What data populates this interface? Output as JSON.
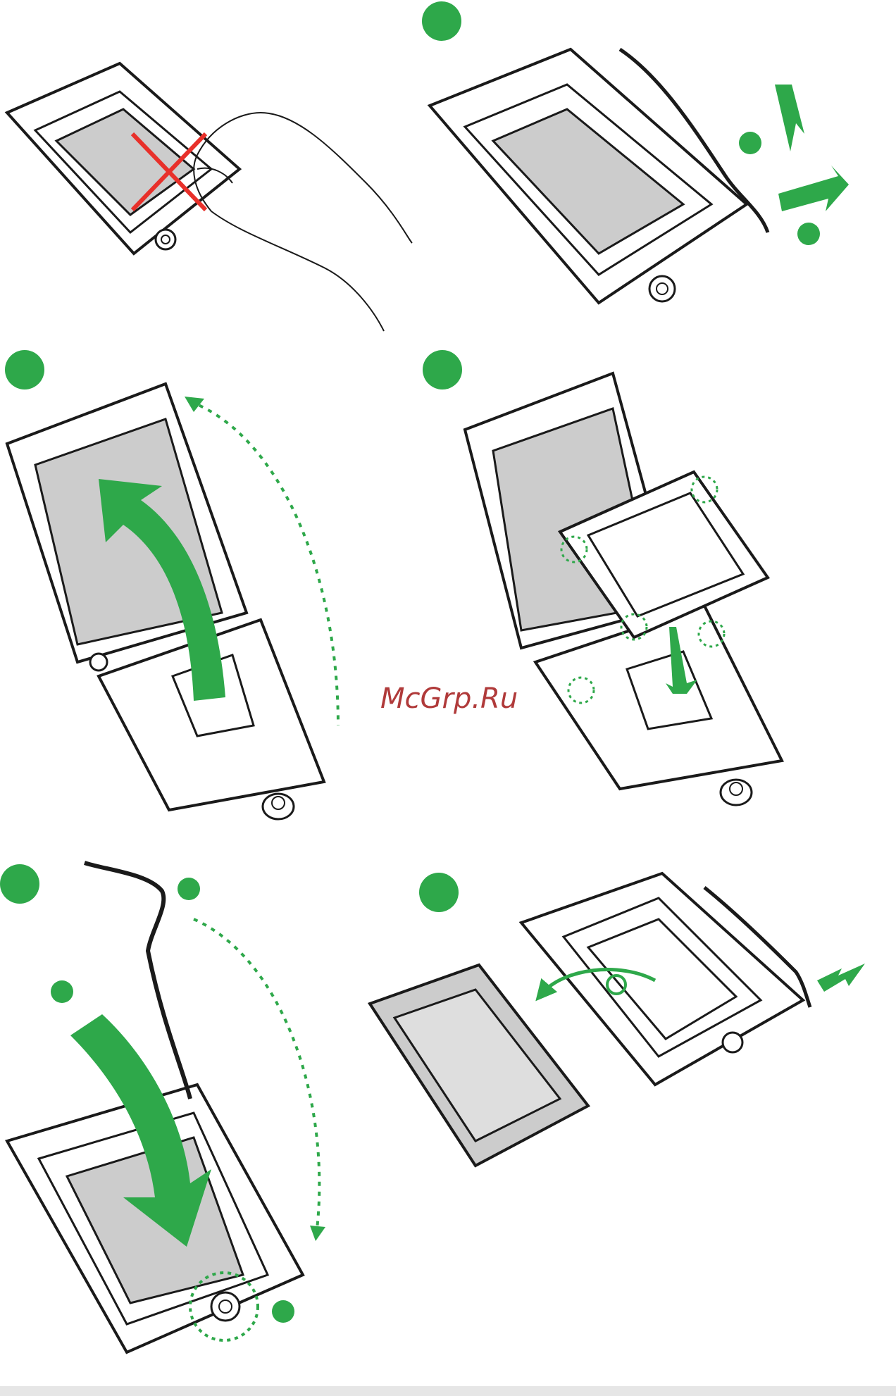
{
  "watermark": {
    "text": "McGrp.Ru"
  },
  "colors": {
    "accent_green": "#2ea84a",
    "warning_red": "#e8302a",
    "line": "#1a1a1a",
    "plate_gray": "#cccccc"
  },
  "steps": [
    {
      "panel": "top-left",
      "content": "do-not-touch-contacts"
    },
    {
      "panel": "top-right",
      "content": "release-load-lever"
    },
    {
      "panel": "middle-left",
      "content": "lift-load-plate"
    },
    {
      "panel": "middle-right",
      "content": "insert-cpu"
    },
    {
      "panel": "bottom-left",
      "content": "close-load-plate"
    },
    {
      "panel": "bottom-right",
      "content": "remove-cap"
    }
  ]
}
